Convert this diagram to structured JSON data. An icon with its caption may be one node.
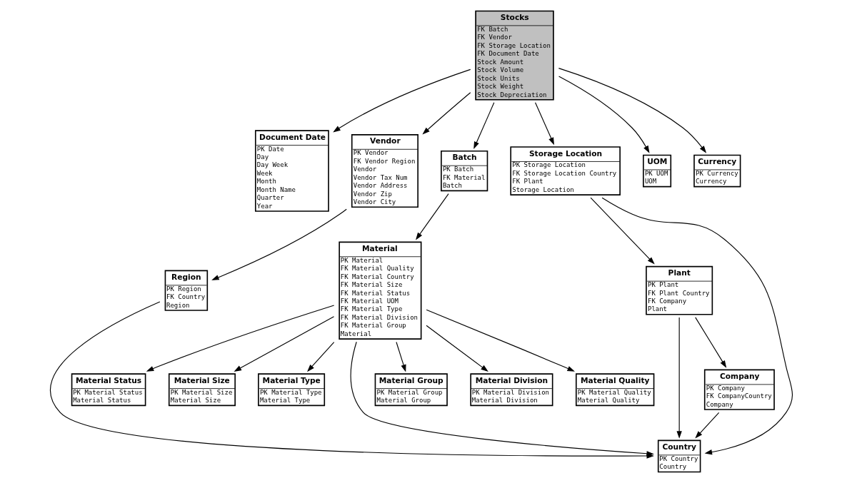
{
  "diagram": {
    "nodes": [
      {
        "text": [
          "Document Date",
          "PK Date",
          "Day",
          "Day Week",
          "Week",
          "Month",
          "Month Name",
          "Quarter",
          "Year"
        ]
      },
      {
        "text": [
          "Vendor",
          "PK Vendor",
          "FK Vendor Region",
          "Vendor",
          "Vendor Tax Num",
          "Vendor Address",
          "Vendor Zip",
          "Vendor City"
        ]
      },
      {
        "text": [
          "Region",
          "PK Region",
          "FK Country",
          "Region"
        ]
      },
      {
        "text": [
          "Material Status",
          "PK Material Status",
          "Material Status"
        ]
      },
      {
        "text": [
          "Batch",
          "PK Batch",
          "FK Material",
          "Batch"
        ]
      },
      {
        "text": [
          "Storage Location",
          "PK Storage Location",
          "FK Storage Location Country",
          "FK Plant",
          "Storage Location"
        ]
      },
      {
        "text": [
          "Material Size",
          "PK Material Size",
          "Material Size"
        ]
      },
      {
        "text": [
          "Material",
          "PK Material",
          "FK Material Quality",
          "FK Material Country",
          "FK Material Size",
          "FK Material Status",
          "FK Material UOM",
          "FK Material Type",
          "FK Material Division",
          "FK Material Group",
          "Material"
        ]
      },
      {
        "text": [
          "Stocks",
          "FK Batch",
          "FK Vendor",
          "FK Storage Location",
          "FK Document Date",
          "Stock Amount",
          "Stock Volume",
          "Stock Units",
          "Stock Weight",
          "Stock Depreciation"
        ]
      },
      {
        "text": [
          "Material Type",
          "PK Material Type",
          "Material Type"
        ]
      },
      {
        "text": [
          "Plant",
          "PK Plant",
          "FK Plant Country",
          "FK Company",
          "Plant"
        ]
      },
      {
        "text": [
          "Country",
          "PK Country",
          "Country"
        ]
      },
      {
        "text": [
          "Material Group",
          "PK Material Group",
          "Material Group"
        ]
      },
      {
        "text": [
          "Company",
          "PK Company",
          "FK CompanyCountry",
          "Company"
        ]
      },
      {
        "text": [
          "UOM",
          "PK UOM",
          "UOM"
        ]
      },
      {
        "text": [
          "Currency",
          "PK Currency",
          "Currency"
        ]
      },
      {
        "text": [
          "Material Division",
          "PK Material Division",
          "Material Division"
        ]
      },
      {
        "text": [
          "Material Quality",
          "PK Material Quality",
          "Material Quality"
        ]
      }
    ],
    "edges": [
      {
        "from": 8,
        "to": 0,
        "arrow": "to"
      },
      {
        "from": 8,
        "to": 1,
        "arrow": "to"
      },
      {
        "from": 1,
        "to": 2,
        "arrow": "to"
      },
      {
        "from": 2,
        "to": 11,
        "arrow": "to"
      },
      {
        "from": 8,
        "to": 4,
        "arrow": "to"
      },
      {
        "from": 4,
        "to": 7,
        "arrow": "to"
      },
      {
        "from": 8,
        "to": 5,
        "arrow": "to"
      },
      {
        "from": 5,
        "to": 10,
        "arrow": "to"
      },
      {
        "from": 5,
        "to": 11,
        "arrow": "to"
      },
      {
        "from": 10,
        "to": 11,
        "arrow": "to"
      },
      {
        "from": 10,
        "to": 13,
        "arrow": "to"
      },
      {
        "from": 13,
        "to": 11,
        "arrow": "to"
      },
      {
        "from": 8,
        "to": 14,
        "arrow": "to"
      },
      {
        "from": 8,
        "to": 15,
        "arrow": "to"
      },
      {
        "from": 7,
        "to": 3,
        "arrow": "to"
      },
      {
        "from": 7,
        "to": 6,
        "arrow": "to"
      },
      {
        "from": 7,
        "to": 9,
        "arrow": "to"
      },
      {
        "from": 7,
        "to": 12,
        "arrow": "to"
      },
      {
        "from": 7,
        "to": 16,
        "arrow": "to"
      },
      {
        "from": 7,
        "to": 17,
        "arrow": "to"
      },
      {
        "from": 7,
        "to": 11,
        "arrow": "to"
      }
    ]
  }
}
